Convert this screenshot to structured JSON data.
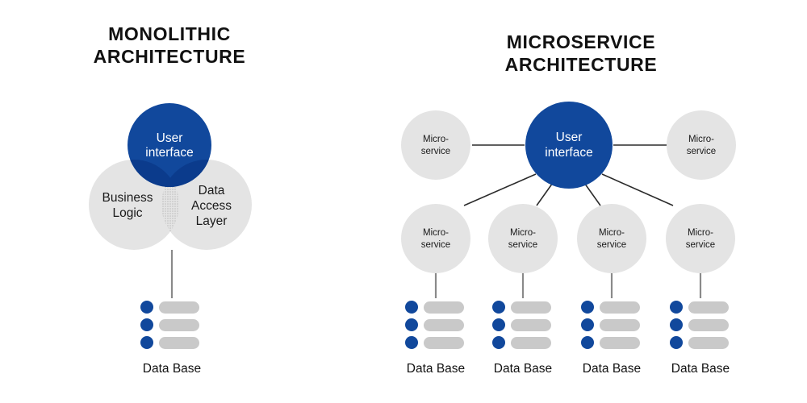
{
  "panels": {
    "monolithic": {
      "title": "MONOLITHIC\nARCHITECTURE",
      "title_line1": "MONOLITHIC",
      "title_line2": "ARCHITECTURE",
      "nodes": {
        "user_interface": {
          "line1": "User",
          "line2": "interface"
        },
        "business_logic": {
          "line1": "Business",
          "line2": "Logic"
        },
        "data_access": {
          "line1": "Data",
          "line2": "Access",
          "line3": "Layer"
        }
      },
      "database": {
        "caption": "Data Base",
        "rows": 3
      }
    },
    "microservice": {
      "title_line1": "MICROSERVICE",
      "title_line2": "ARCHITECTURE",
      "hub": {
        "line1": "User",
        "line2": "interface"
      },
      "service_label": {
        "line1": "Micro-",
        "line2": "service"
      },
      "services_top": [
        {
          "id": "ms-top-left",
          "line1": "Micro-",
          "line2": "service"
        },
        {
          "id": "ms-top-right",
          "line1": "Micro-",
          "line2": "service"
        }
      ],
      "services_bottom": [
        {
          "id": "ms-bottom-1",
          "line1": "Micro-",
          "line2": "service"
        },
        {
          "id": "ms-bottom-2",
          "line1": "Micro-",
          "line2": "service"
        },
        {
          "id": "ms-bottom-3",
          "line1": "Micro-",
          "line2": "service"
        },
        {
          "id": "ms-bottom-4",
          "line1": "Micro-",
          "line2": "service"
        }
      ],
      "databases": [
        {
          "caption": "Data Base",
          "rows": 3
        },
        {
          "caption": "Data Base",
          "rows": 3
        },
        {
          "caption": "Data Base",
          "rows": 3
        },
        {
          "caption": "Data Base",
          "rows": 3
        }
      ]
    }
  },
  "colors": {
    "brand_blue": "#11489c",
    "brand_blue_dark": "#0b3b8c",
    "circle_gray": "#e4e4e4",
    "bar_gray": "#c9c9c9",
    "text_dark": "#111111",
    "line_dark": "#2b2b2b",
    "stem_gray": "#8a8a8a",
    "background": "#ffffff"
  }
}
